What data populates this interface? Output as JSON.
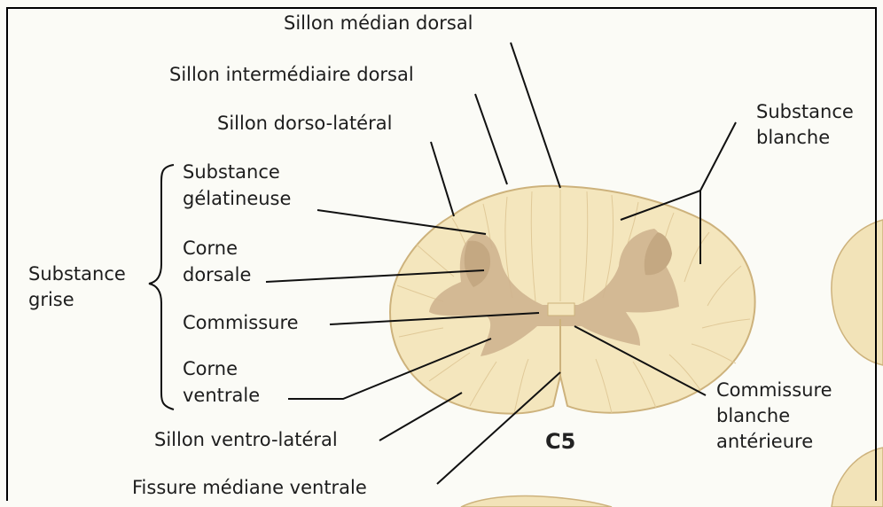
{
  "labels": {
    "sillon_median_dorsal": "Sillon médian dorsal",
    "sillon_intermediaire_dorsal": "Sillon intermédiaire dorsal",
    "sillon_dorso_lateral": "Sillon dorso-latéral",
    "substance_gelatineuse_line1": "Substance",
    "substance_gelatineuse_line2": "gélatineuse",
    "corne_dorsale_line1": "Corne",
    "corne_dorsale_line2": "dorsale",
    "commissure": "Commissure",
    "corne_ventrale_line1": "Corne",
    "corne_ventrale_line2": "ventrale",
    "substance_grise_line1": "Substance",
    "substance_grise_line2": "grise",
    "substance_blanche_line1": "Substance",
    "substance_blanche_line2": "blanche",
    "commissure_blanche_line1": "Commissure",
    "commissure_blanche_line2": "blanche",
    "commissure_blanche_line3": "antérieure",
    "sillon_ventro_lateral": "Sillon ventro-latéral",
    "fissure_mediane_ventrale": "Fissure médiane ventrale",
    "section_level": "C5"
  },
  "colors": {
    "white_matter": "#f4e6bd",
    "white_matter_edge": "#cdb27c",
    "gray_matter": "#cfb48f",
    "leader_line": "#111111",
    "neighbor_section": "#f2e3b8"
  }
}
